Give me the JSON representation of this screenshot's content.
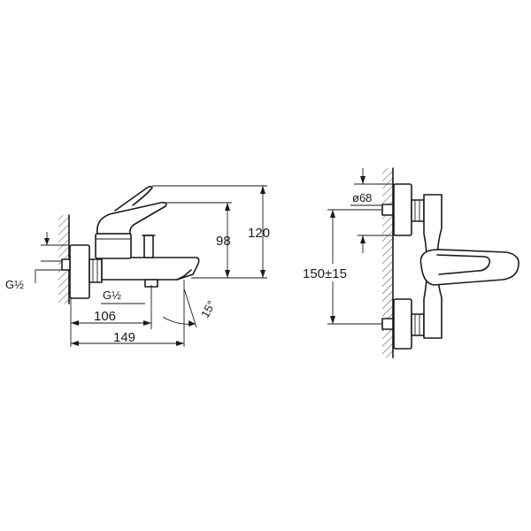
{
  "dimensions": {
    "front_view": {
      "total_height": "120",
      "lever_height": "98",
      "inlet_thread": "G½",
      "outlet_thread": "G½",
      "projection_outlet": "106",
      "projection_total": "149",
      "spout_angle": "15°"
    },
    "side_view": {
      "inlet_diameter": "ø68",
      "inlet_centers": "150±15"
    }
  }
}
